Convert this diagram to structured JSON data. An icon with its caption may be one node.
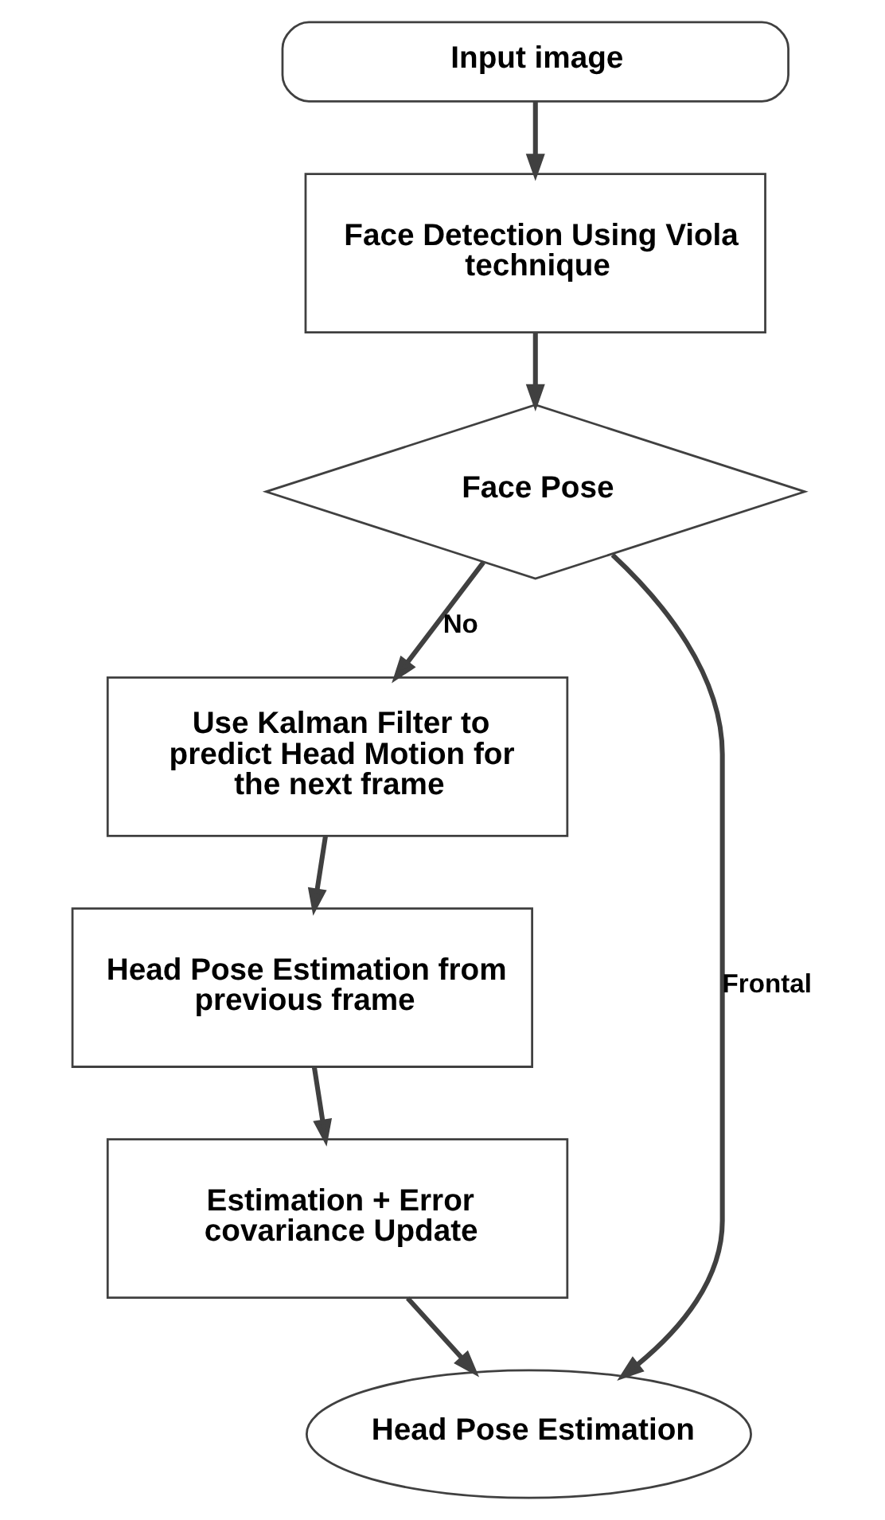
{
  "diagram": {
    "nodes": [
      {
        "text": [
          "Input image"
        ]
      },
      {
        "text": [
          "Face Detection Using Viola technique"
        ]
      },
      {
        "text": [
          "Face Pose"
        ]
      },
      {
        "text": [
          "Use Kalman Filter to predict Head Motion for the next frame"
        ]
      },
      {
        "text": [
          "Head Pose Estimation from previous frame"
        ]
      },
      {
        "text": [
          "Estimation + Error covariance Update"
        ]
      },
      {
        "text": [
          "Head Pose Estimation"
        ]
      }
    ],
    "edges": [
      {
        "from": 0,
        "to": 1,
        "arrow": "to"
      },
      {
        "from": 1,
        "to": 2,
        "arrow": "to"
      },
      {
        "from": 2,
        "to": 3,
        "arrow": "to",
        "label": "No"
      },
      {
        "from": 3,
        "to": 4,
        "arrow": "to"
      },
      {
        "from": 4,
        "to": 5,
        "arrow": "to"
      },
      {
        "from": 5,
        "to": 6,
        "arrow": "to"
      },
      {
        "from": 2,
        "to": 6,
        "arrow": "to",
        "label": "Frontal"
      }
    ]
  }
}
